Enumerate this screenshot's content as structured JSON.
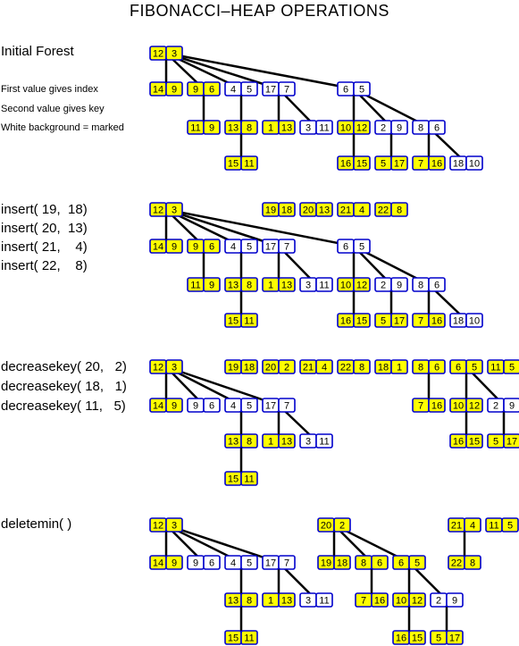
{
  "title": "FIBONACCI–HEAP OPERATIONS",
  "legend": {
    "initial_forest": "Initial Forest",
    "line1": "First value gives index",
    "line2": "Second value gives key",
    "line3": "White background = marked"
  },
  "ops": {
    "insert": [
      "insert( 19,  18)",
      "insert( 20,  13)",
      "insert( 21,    4)",
      "insert( 22,    8)"
    ],
    "decrease": [
      "decreasekey( 20,   2)",
      "decreasekey( 18,   1)",
      "decreasekey( 11,   5)"
    ],
    "deletemin": "deletemin( )"
  },
  "colors": {
    "unmarked": "#ffff00",
    "marked": "#ffffff",
    "border": "#0000cc",
    "edge": "#000000"
  },
  "panels": [
    {
      "roots": [
        {
          "idx": "12",
          "key": "3",
          "marked": false,
          "children": [
            {
              "idx": "14",
              "key": "9",
              "marked": false,
              "children": []
            },
            {
              "idx": "9",
              "key": "6",
              "marked": false,
              "children": [
                {
                  "idx": "11",
                  "key": "9",
                  "marked": false,
                  "children": []
                }
              ]
            },
            {
              "idx": "4",
              "key": "5",
              "marked": true,
              "children": [
                {
                  "idx": "13",
                  "key": "8",
                  "marked": false,
                  "children": [
                    {
                      "idx": "15",
                      "key": "11",
                      "marked": false,
                      "children": []
                    }
                  ]
                }
              ]
            },
            {
              "idx": "17",
              "key": "7",
              "marked": true,
              "children": [
                {
                  "idx": "1",
                  "key": "13",
                  "marked": false,
                  "children": []
                },
                {
                  "idx": "3",
                  "key": "11",
                  "marked": true,
                  "children": []
                }
              ]
            },
            {
              "idx": "6",
              "key": "5",
              "marked": true,
              "children": [
                {
                  "idx": "10",
                  "key": "12",
                  "marked": false,
                  "children": [
                    {
                      "idx": "16",
                      "key": "15",
                      "marked": false,
                      "children": []
                    }
                  ]
                },
                {
                  "idx": "2",
                  "key": "9",
                  "marked": true,
                  "children": [
                    {
                      "idx": "5",
                      "key": "17",
                      "marked": false,
                      "children": []
                    }
                  ]
                },
                {
                  "idx": "8",
                  "key": "6",
                  "marked": true,
                  "children": [
                    {
                      "idx": "7",
                      "key": "16",
                      "marked": false,
                      "children": []
                    },
                    {
                      "idx": "18",
                      "key": "10",
                      "marked": true,
                      "children": []
                    }
                  ]
                }
              ]
            }
          ]
        }
      ]
    },
    {
      "roots": [
        {
          "idx": "12",
          "key": "3",
          "marked": false,
          "children": [
            {
              "idx": "14",
              "key": "9",
              "marked": false,
              "children": []
            },
            {
              "idx": "9",
              "key": "6",
              "marked": false,
              "children": [
                {
                  "idx": "11",
                  "key": "9",
                  "marked": false,
                  "children": []
                }
              ]
            },
            {
              "idx": "4",
              "key": "5",
              "marked": true,
              "children": [
                {
                  "idx": "13",
                  "key": "8",
                  "marked": false,
                  "children": [
                    {
                      "idx": "15",
                      "key": "11",
                      "marked": false,
                      "children": []
                    }
                  ]
                }
              ]
            },
            {
              "idx": "17",
              "key": "7",
              "marked": true,
              "children": [
                {
                  "idx": "1",
                  "key": "13",
                  "marked": false,
                  "children": []
                },
                {
                  "idx": "3",
                  "key": "11",
                  "marked": true,
                  "children": []
                }
              ]
            },
            {
              "idx": "6",
              "key": "5",
              "marked": true,
              "children": [
                {
                  "idx": "10",
                  "key": "12",
                  "marked": false,
                  "children": [
                    {
                      "idx": "16",
                      "key": "15",
                      "marked": false,
                      "children": []
                    }
                  ]
                },
                {
                  "idx": "2",
                  "key": "9",
                  "marked": true,
                  "children": [
                    {
                      "idx": "5",
                      "key": "17",
                      "marked": false,
                      "children": []
                    }
                  ]
                },
                {
                  "idx": "8",
                  "key": "6",
                  "marked": true,
                  "children": [
                    {
                      "idx": "7",
                      "key": "16",
                      "marked": false,
                      "children": []
                    },
                    {
                      "idx": "18",
                      "key": "10",
                      "marked": true,
                      "children": []
                    }
                  ]
                }
              ]
            }
          ]
        },
        {
          "idx": "19",
          "key": "18",
          "marked": false,
          "children": []
        },
        {
          "idx": "20",
          "key": "13",
          "marked": false,
          "children": []
        },
        {
          "idx": "21",
          "key": "4",
          "marked": false,
          "children": []
        },
        {
          "idx": "22",
          "key": "8",
          "marked": false,
          "children": []
        }
      ]
    },
    {
      "roots": [
        {
          "idx": "12",
          "key": "3",
          "marked": false,
          "children": [
            {
              "idx": "14",
              "key": "9",
              "marked": false,
              "children": []
            },
            {
              "idx": "9",
              "key": "6",
              "marked": true,
              "children": []
            },
            {
              "idx": "4",
              "key": "5",
              "marked": true,
              "children": [
                {
                  "idx": "13",
                  "key": "8",
                  "marked": false,
                  "children": [
                    {
                      "idx": "15",
                      "key": "11",
                      "marked": false,
                      "children": []
                    }
                  ]
                }
              ]
            },
            {
              "idx": "17",
              "key": "7",
              "marked": true,
              "children": [
                {
                  "idx": "1",
                  "key": "13",
                  "marked": false,
                  "children": []
                },
                {
                  "idx": "3",
                  "key": "11",
                  "marked": true,
                  "children": []
                }
              ]
            }
          ]
        },
        {
          "idx": "19",
          "key": "18",
          "marked": false,
          "children": []
        },
        {
          "idx": "20",
          "key": "2",
          "marked": false,
          "children": []
        },
        {
          "idx": "21",
          "key": "4",
          "marked": false,
          "children": []
        },
        {
          "idx": "22",
          "key": "8",
          "marked": false,
          "children": []
        },
        {
          "idx": "18",
          "key": "1",
          "marked": false,
          "children": []
        },
        {
          "idx": "8",
          "key": "6",
          "marked": false,
          "children": [
            {
              "idx": "7",
              "key": "16",
              "marked": false,
              "children": []
            }
          ]
        },
        {
          "idx": "6",
          "key": "5",
          "marked": false,
          "children": [
            {
              "idx": "10",
              "key": "12",
              "marked": false,
              "children": [
                {
                  "idx": "16",
                  "key": "15",
                  "marked": false,
                  "children": []
                }
              ]
            },
            {
              "idx": "2",
              "key": "9",
              "marked": true,
              "children": [
                {
                  "idx": "5",
                  "key": "17",
                  "marked": false,
                  "children": []
                }
              ]
            }
          ]
        },
        {
          "idx": "11",
          "key": "5",
          "marked": false,
          "children": []
        }
      ]
    },
    {
      "roots": [
        {
          "idx": "12",
          "key": "3",
          "marked": false,
          "children": [
            {
              "idx": "14",
              "key": "9",
              "marked": false,
              "children": []
            },
            {
              "idx": "9",
              "key": "6",
              "marked": true,
              "children": []
            },
            {
              "idx": "4",
              "key": "5",
              "marked": true,
              "children": [
                {
                  "idx": "13",
                  "key": "8",
                  "marked": false,
                  "children": [
                    {
                      "idx": "15",
                      "key": "11",
                      "marked": false,
                      "children": []
                    }
                  ]
                }
              ]
            },
            {
              "idx": "17",
              "key": "7",
              "marked": true,
              "children": [
                {
                  "idx": "1",
                  "key": "13",
                  "marked": false,
                  "children": []
                },
                {
                  "idx": "3",
                  "key": "11",
                  "marked": true,
                  "children": []
                }
              ]
            }
          ]
        },
        {
          "idx": "20",
          "key": "2",
          "marked": false,
          "children": [
            {
              "idx": "19",
              "key": "18",
              "marked": false,
              "children": []
            },
            {
              "idx": "8",
              "key": "6",
              "marked": false,
              "children": [
                {
                  "idx": "7",
                  "key": "16",
                  "marked": false,
                  "children": []
                }
              ]
            },
            {
              "idx": "6",
              "key": "5",
              "marked": false,
              "children": [
                {
                  "idx": "10",
                  "key": "12",
                  "marked": false,
                  "children": [
                    {
                      "idx": "16",
                      "key": "15",
                      "marked": false,
                      "children": []
                    }
                  ]
                },
                {
                  "idx": "2",
                  "key": "9",
                  "marked": true,
                  "children": [
                    {
                      "idx": "5",
                      "key": "17",
                      "marked": false,
                      "children": []
                    }
                  ]
                }
              ]
            }
          ]
        },
        {
          "idx": "21",
          "key": "4",
          "marked": false,
          "children": [
            {
              "idx": "22",
              "key": "8",
              "marked": false,
              "children": []
            }
          ]
        },
        {
          "idx": "11",
          "key": "5",
          "marked": false,
          "children": []
        }
      ]
    }
  ]
}
